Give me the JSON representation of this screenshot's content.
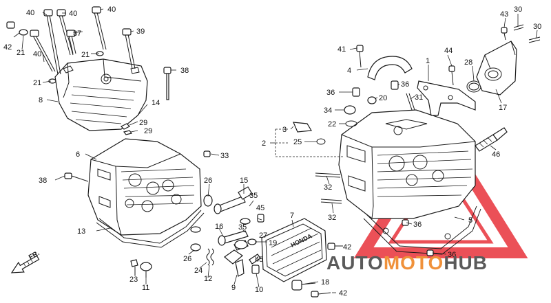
{
  "diagram": {
    "callouts": [
      "40",
      "40",
      "40",
      "42",
      "21",
      "37",
      "39",
      "21",
      "40",
      "21",
      "38",
      "8",
      "14",
      "29",
      "29",
      "6",
      "33",
      "38",
      "26",
      "15",
      "35",
      "45",
      "13",
      "16",
      "35",
      "27",
      "19",
      "26",
      "24",
      "12",
      "9",
      "45",
      "10",
      "23",
      "11",
      "7",
      "18",
      "42",
      "42",
      "43",
      "30",
      "30",
      "41",
      "44",
      "28",
      "4",
      "1",
      "36",
      "36",
      "31",
      "20",
      "34",
      "22",
      "3",
      "25",
      "2",
      "17",
      "46",
      "32",
      "32",
      "5",
      "36",
      "36"
    ],
    "direction_label": "FR.",
    "cover_lettering": "HONDA",
    "watermark": {
      "part1": "AUTO",
      "part2": "MOTO",
      "part3": "HUB",
      "color_dark": "#5a5a5a",
      "color_accent": "#f0913a",
      "triangle_color": "#e8323a"
    }
  }
}
